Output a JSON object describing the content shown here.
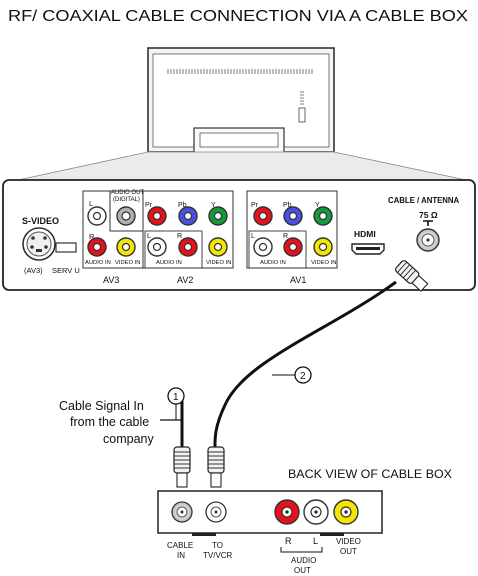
{
  "title": "RF/ COAXIAL CABLE CONNECTION VIA A CABLE BOX",
  "tv": {
    "svideo_label": "S-VIDEO",
    "svideo_sub": "(AV3)",
    "serv_label": "SERV U",
    "av3": {
      "label": "AV3",
      "jack_l": "L",
      "jack_r": "R",
      "audio_in": "AUDIO IN",
      "video_in": "VIDEO IN",
      "audio_out_line1": "AUDIO OUT",
      "audio_out_line2": "(DIGITAL)"
    },
    "av2": {
      "label": "AV2",
      "pr": "Pr",
      "pb": "Pb",
      "y": "Y",
      "l": "L",
      "r": "R",
      "audio_in": "AUDIO IN",
      "video_in": "VIDEO IN"
    },
    "av1": {
      "label": "AV1",
      "pr": "Pr",
      "pb": "Pb",
      "y": "Y",
      "l": "L",
      "r": "R",
      "audio_in": "AUDIO IN",
      "video_in": "VIDEO IN"
    },
    "hdmi_label": "HDMI",
    "cable_antenna_label": "CABLE / ANTENNA",
    "ohm_label": "75 Ω"
  },
  "callouts": {
    "step1_number": "1",
    "step2_number": "2",
    "cable_signal_line1": "Cable Signal In",
    "cable_signal_line2": "from the cable",
    "cable_signal_line3": "company"
  },
  "cable_box": {
    "title": "BACK VIEW OF CABLE BOX",
    "cable_in_line1": "CABLE",
    "cable_in_line2": "IN",
    "to_tv_line1": "TO",
    "to_tv_line2": "TV/VCR",
    "r": "R",
    "l": "L",
    "audio_out_line1": "AUDIO",
    "audio_out_line2": "OUT",
    "video_out_line1": "VIDEO",
    "video_out_line2": "OUT"
  },
  "colors": {
    "red": "#e8101a",
    "green": "#129a3b",
    "blue": "#4a4fe0",
    "yellow": "#f3e600",
    "white": "#ffffff",
    "gray": "#9a9a9a",
    "panel_line": "#333333"
  }
}
